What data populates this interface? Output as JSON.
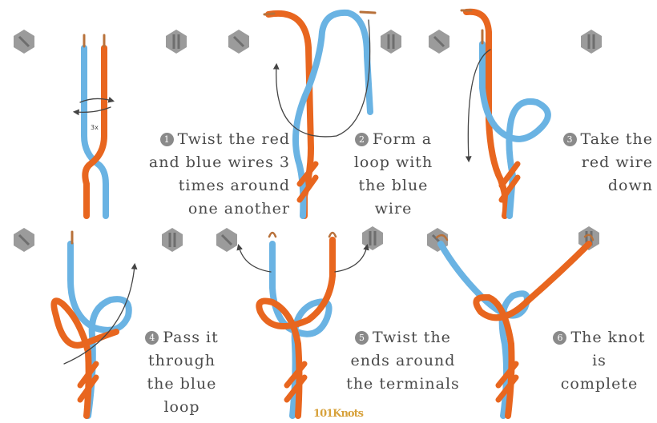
{
  "colors": {
    "blue_wire": "#6ab3e3",
    "red_wire": "#e8661f",
    "copper": "#b8713a",
    "terminal": "#9b9b9b",
    "text": "#4a4a4a",
    "arrow": "#444444",
    "logo": "#d7a13a"
  },
  "steps": [
    {
      "number": "1",
      "lines": [
        "Twist the red",
        "and blue wires 3",
        "times around",
        "one another"
      ]
    },
    {
      "number": "2",
      "lines": [
        "Form a",
        "loop with",
        "the blue",
        "wire"
      ]
    },
    {
      "number": "3",
      "lines": [
        "Take the",
        "red wire",
        "down"
      ]
    },
    {
      "number": "4",
      "lines": [
        "Pass it",
        "through",
        "the blue",
        "loop"
      ]
    },
    {
      "number": "5",
      "lines": [
        "Twist the",
        "ends around",
        "the terminals"
      ]
    },
    {
      "number": "6",
      "lines": [
        "The knot",
        "is",
        "complete"
      ]
    }
  ],
  "annotations": {
    "step1_marker": "3x"
  },
  "logo": "101Knots"
}
